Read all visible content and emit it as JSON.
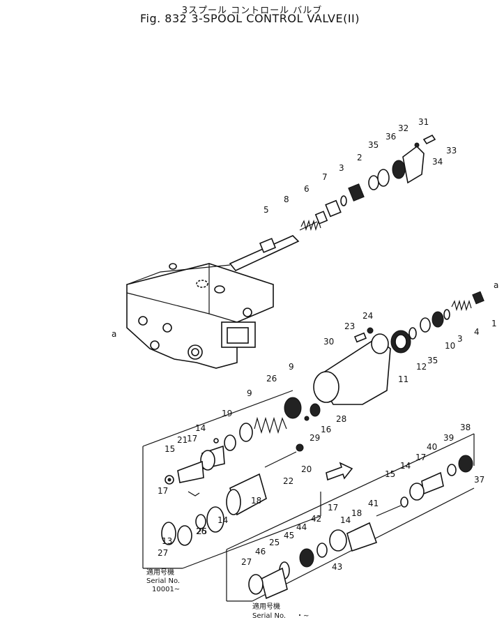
{
  "header": {
    "title_jp": "3スプール コントロール バルブ",
    "fig_no": "Fig. 832",
    "title_en": "3-SPOOL CONTROL VALVE(II)"
  },
  "port_label": "a",
  "callouts": [
    "1",
    "2",
    "3",
    "4",
    "5",
    "6",
    "7",
    "8",
    "9",
    "10",
    "11",
    "12",
    "13",
    "14",
    "15",
    "16",
    "17",
    "18",
    "19",
    "20",
    "21",
    "22",
    "23",
    "24",
    "25",
    "26",
    "27",
    "28",
    "29",
    "30",
    "31",
    "32",
    "33",
    "34",
    "35",
    "36",
    "37",
    "38",
    "39",
    "40",
    "41",
    "42",
    "43",
    "44",
    "45",
    "46"
  ],
  "serial_box_1": {
    "heading": "適用号機",
    "label": "Serial No.",
    "value": "10001~"
  },
  "serial_box_2": {
    "heading": "適用号機",
    "label": "Serial No.",
    "value": "・~"
  }
}
